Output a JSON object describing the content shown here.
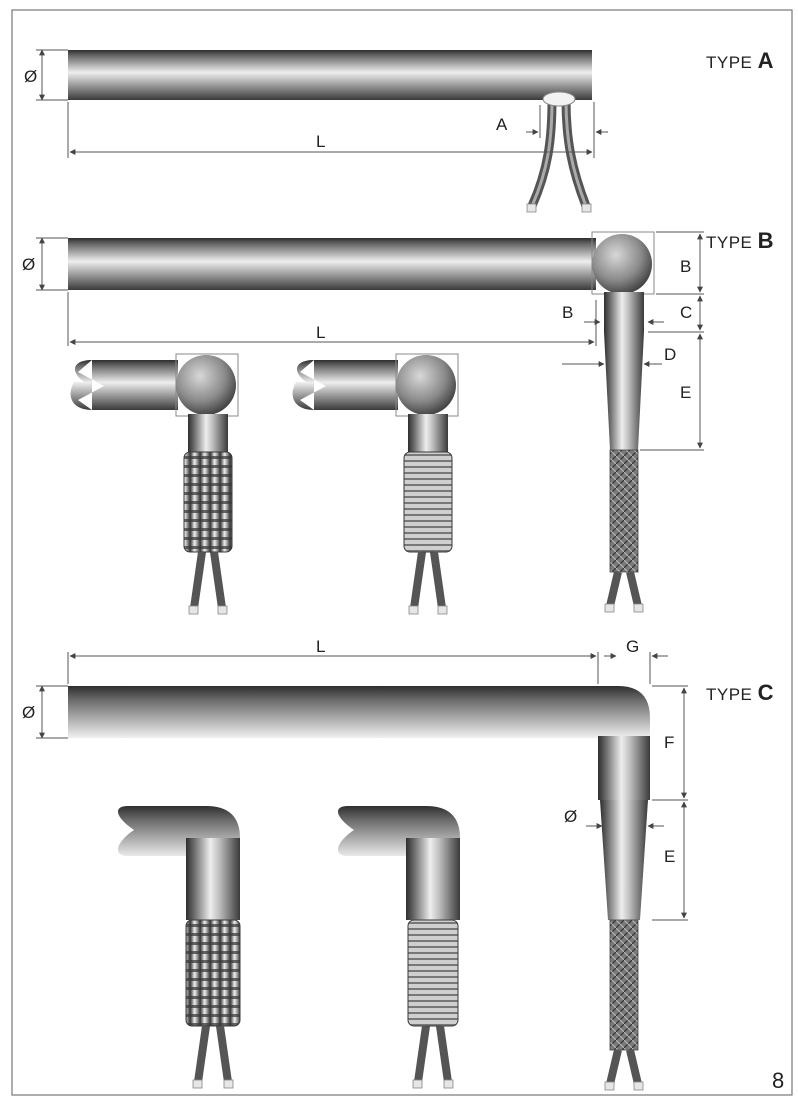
{
  "page_number": "8",
  "types": [
    {
      "id": "A",
      "prefix": "TYPE",
      "letter": "A"
    },
    {
      "id": "B",
      "prefix": "TYPE",
      "letter": "B"
    },
    {
      "id": "C",
      "prefix": "TYPE",
      "letter": "C"
    }
  ],
  "dimension_labels": {
    "type_a": {
      "diameter": "Ø",
      "length": "L",
      "a": "A"
    },
    "type_b": {
      "diameter": "Ø",
      "length": "L",
      "b_top": "B",
      "b_side": "B",
      "c": "C",
      "d": "D",
      "e": "E"
    },
    "type_c": {
      "diameter": "Ø",
      "length": "L",
      "g": "G",
      "f": "F",
      "diameter_small": "Ø",
      "e": "E"
    }
  },
  "colors": {
    "metal_dark": "#3a3a3a",
    "metal_light": "#e6e6e6",
    "line": "#555555",
    "frame": "#777777"
  }
}
